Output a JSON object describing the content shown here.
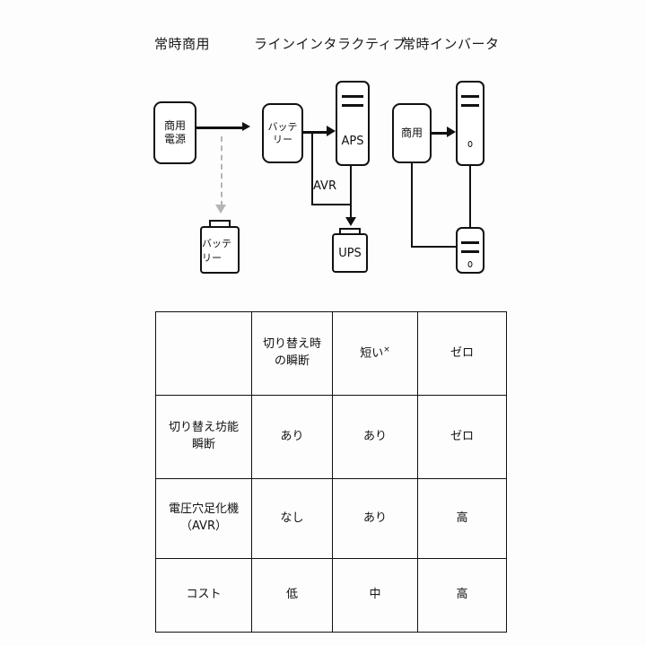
{
  "headers": [
    {
      "label": "常時商用"
    },
    {
      "label": "ラインインタラクティブ"
    },
    {
      "label": "常時インバータ"
    }
  ],
  "diagram": {
    "offline": {
      "source_box": {
        "line1": "商用",
        "line2": "電源"
      },
      "battery": {
        "label": "バッテリー"
      }
    },
    "line_interactive": {
      "battery_box": {
        "label": "バッテリー"
      },
      "aps_device": {
        "label": "APS"
      },
      "avr_label": "AVR",
      "ups_battery": {
        "label": "UPS"
      }
    },
    "online": {
      "source_box": {
        "label": "商用"
      }
    }
  },
  "table": {
    "rows": [
      {
        "name": "row-interruption",
        "cells": [
          {
            "line1": "",
            "line2": ""
          },
          {
            "line1": "切り替え時",
            "line2": "の瞬断"
          },
          {
            "line1": "短い",
            "sup": "×",
            "line2": ""
          },
          {
            "line1": "ゼロ",
            "line2": ""
          }
        ]
      },
      {
        "name": "row-switching",
        "cells": [
          {
            "line1": "切り替え坊能",
            "line2": "瞬断"
          },
          {
            "line1": "あり",
            "line2": ""
          },
          {
            "line1": "あり",
            "line2": ""
          },
          {
            "line1": "ゼロ",
            "line2": ""
          }
        ]
      },
      {
        "name": "row-avr",
        "cells": [
          {
            "line1": "電圧穴足化機",
            "line2": "（AVR）"
          },
          {
            "line1": "なし",
            "line2": ""
          },
          {
            "line1": "あり",
            "line2": ""
          },
          {
            "line1": "高",
            "line2": ""
          }
        ]
      },
      {
        "name": "row-cost",
        "cells": [
          {
            "line1": "コスト",
            "line2": ""
          },
          {
            "line1": "低",
            "line2": ""
          },
          {
            "line1": "中",
            "line2": ""
          },
          {
            "line1": "高",
            "line2": ""
          }
        ]
      }
    ]
  },
  "colors": {
    "ink": "#111111",
    "dashed": "#b5b5b5",
    "background": "#fdfdfd"
  }
}
